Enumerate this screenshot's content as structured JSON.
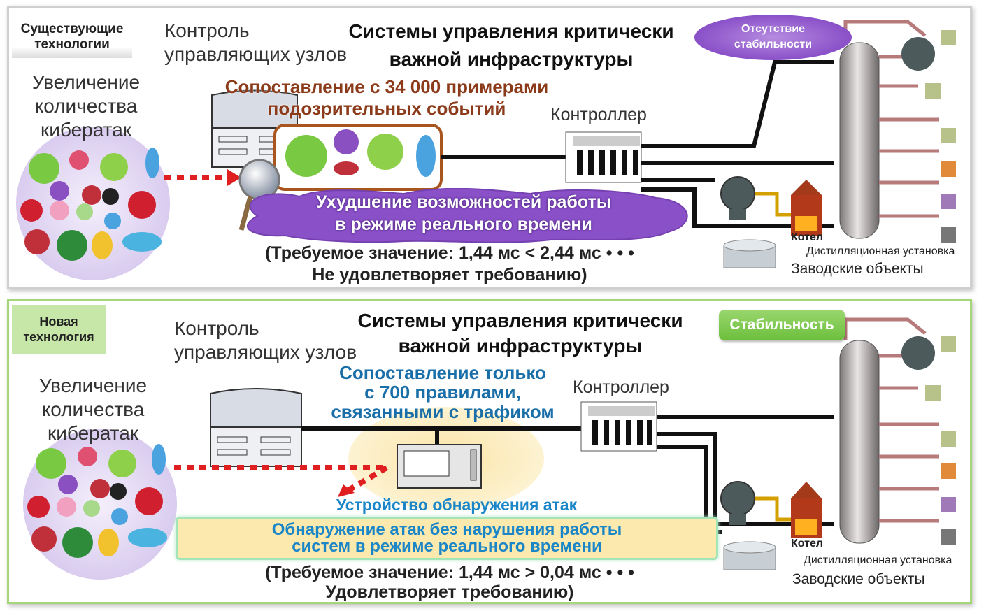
{
  "top": {
    "tag": [
      "Существующие",
      "технологии"
    ],
    "controlNodes": [
      "Контроль",
      "управляющих узлов"
    ],
    "title": [
      "Системы управления критически",
      "важной инфраструктуры"
    ],
    "badge": [
      "Отсутствие",
      "стабильности"
    ],
    "attacks": [
      "Увеличение",
      "количества",
      "кибератак"
    ],
    "matching": [
      "Сопоставление с 34 000 примерами",
      "подозрительных событий"
    ],
    "controller": "Контроллер",
    "degradation": [
      "Ухудшение возможностей работы",
      "в режиме реального времени"
    ],
    "requirement": [
      "(Требуемое значение: 1,44 мс < 2,44 мс • • •",
      "Не удовлетворяет требованию)"
    ],
    "boiler": "Котел",
    "distillation": "Дистилляционная установка",
    "factory": "Заводские объекты"
  },
  "bottom": {
    "tag": [
      "Новая",
      "технология"
    ],
    "controlNodes": [
      "Контроль",
      "управляющих узлов"
    ],
    "title": [
      "Системы управления критически",
      "важной инфраструктуры"
    ],
    "badge": "Стабильность",
    "attacks": [
      "Увеличение",
      "количества",
      "кибератак"
    ],
    "matching": [
      "Сопоставление только",
      "с 700 правилами,",
      "связанными с трафиком"
    ],
    "controller": "Контроллер",
    "detector": "Устройство обнаружения атак",
    "detection": [
      "Обнаружение атак без нарушения работы",
      "систем в режиме реального времени"
    ],
    "requirement": [
      "(Требуемое значение: 1,44 мс > 0,04 мс • • •",
      "Удовлетворяет требованию)"
    ],
    "boiler": "Котел",
    "distillation": "Дистилляционная установка",
    "factory": "Заводские объекты"
  },
  "colors": {
    "purpleCloud": "#8a50c8",
    "greenBadge": "#6cbf3c",
    "redArrow": "#e02020",
    "matchRed": "#8b3a1a",
    "matchBlue": "#1a6fa8"
  }
}
